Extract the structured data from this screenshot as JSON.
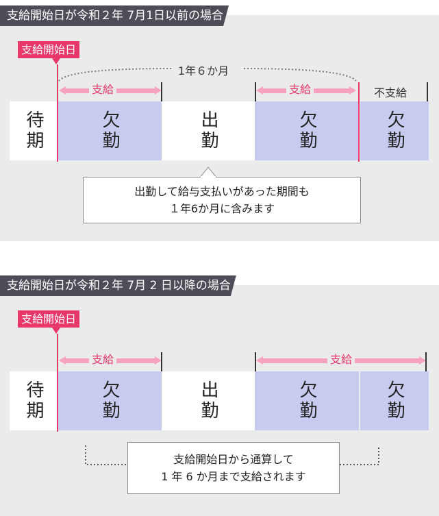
{
  "section1": {
    "title": "支給開始日が令和２年 7月1日以前の場合",
    "badge": "支給開始日",
    "period_label": "1年６か月",
    "arrows": [
      "支給",
      "支給"
    ],
    "not_paid": "不支給",
    "cells": [
      "待期",
      "欠勤",
      "出勤",
      "欠勤",
      "欠勤"
    ],
    "note": [
      "出勤して給与支払いがあった期間も",
      "１年6か月に含みます"
    ]
  },
  "section2": {
    "title": "支給開始日が令和２年 7月 2 日以降の場合",
    "badge": "支給開始日",
    "arrows": [
      "支給",
      "支給"
    ],
    "cells": [
      "待期",
      "欠勤",
      "出勤",
      "欠勤",
      "欠勤"
    ],
    "note": [
      "支給開始日から通算して",
      "1 年 6 か月まで支給されます"
    ]
  },
  "colors": {
    "accent": "#e8386a",
    "absence": "#c6cbef",
    "header": "#4d4d57",
    "panel": "#ebebeb"
  }
}
